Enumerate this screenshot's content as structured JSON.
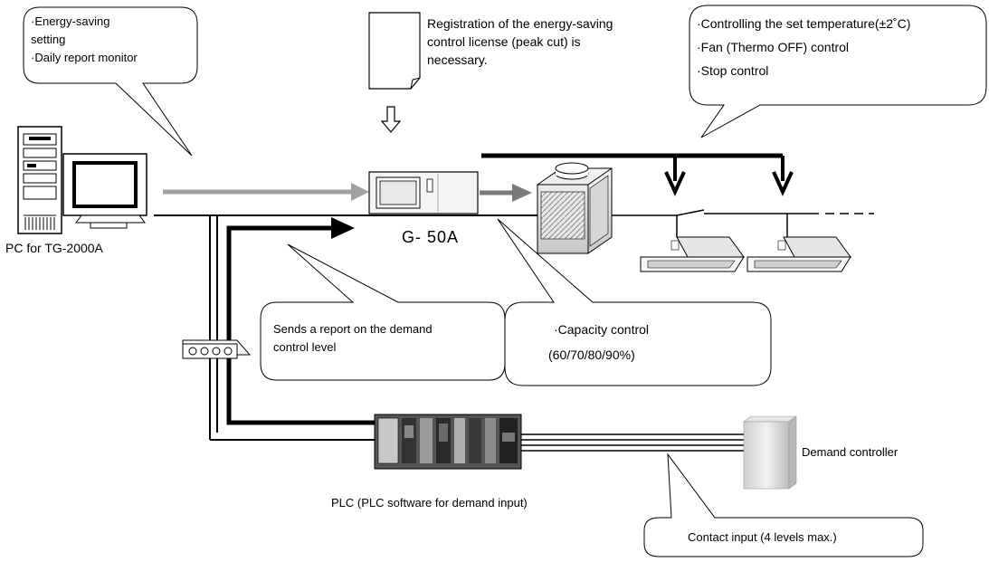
{
  "callouts": {
    "pc_settings": [
      "·Energy-saving",
      "setting",
      "·Daily report monitor"
    ],
    "license_note": [
      "Registration of the energy-saving",
      "control license (peak cut) is",
      "necessary."
    ],
    "temperature_control": [
      "·Controlling the set temperature(±2˚C)",
      "·Fan (Thermo OFF) control",
      "·Stop control"
    ],
    "demand_report": [
      "Sends a report on the demand",
      "control level"
    ],
    "capacity_control": [
      "·Capacity control",
      "(60/70/80/90%)"
    ],
    "contact_input": "Contact input (4 levels max.)"
  },
  "labels": {
    "pc": "PC for TG-2000A",
    "g50a": "G- 50A",
    "plc": "PLC (PLC software for demand input)",
    "demand_controller": "Demand controller"
  },
  "colors": {
    "gray_arrow": "#a0a0a0",
    "dark_gray_arrow": "#7a7a7a",
    "black": "#000000"
  }
}
